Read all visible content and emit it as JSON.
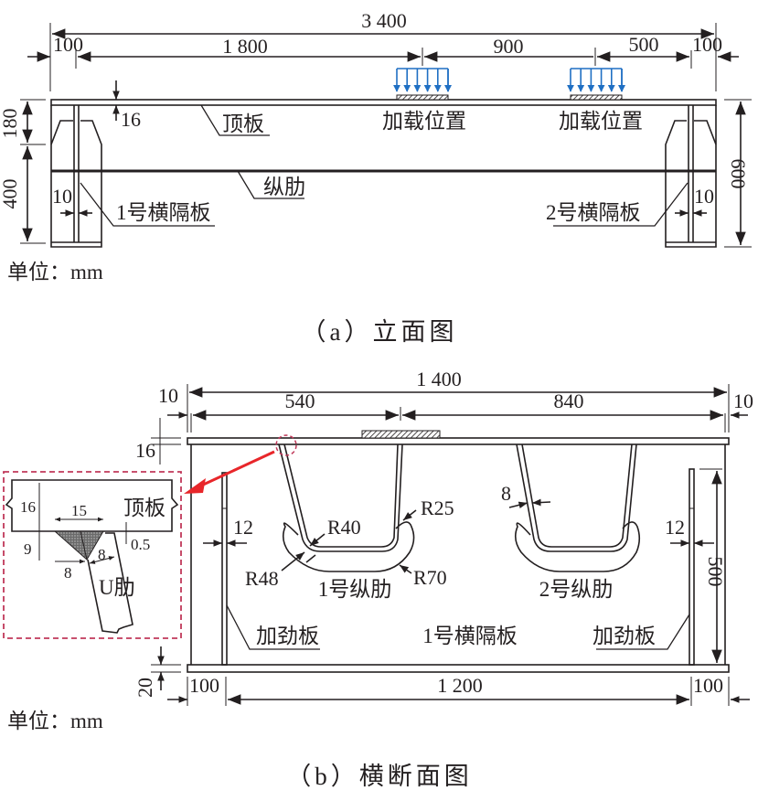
{
  "figure": {
    "elevation": {
      "caption": "（a）立面图",
      "unit_label": "单位：mm",
      "dimensions": {
        "total_length": "3 400",
        "left_overhang": "100",
        "to_first_load": "1 800",
        "between_loads": "900",
        "to_right_support": "500",
        "right_overhang": "100",
        "top_plate_thickness": "16",
        "upper_height": "180",
        "lower_height": "400",
        "total_height": "600",
        "diaphragm1_thickness": "10",
        "diaphragm2_thickness": "10"
      },
      "labels": {
        "top_plate": "顶板",
        "load_position_1": "加载位置",
        "load_position_2": "加载位置",
        "longitudinal_rib": "纵肋",
        "diaphragm_1": "1号横隔板",
        "diaphragm_2": "2号横隔板"
      }
    },
    "cross_section": {
      "caption": "（b）横断面图",
      "unit_label": "单位：mm",
      "dimensions": {
        "total_width": "1 400",
        "left_edge": "10",
        "right_edge": "10",
        "left_to_load": "540",
        "load_to_right": "840",
        "top_plate_thickness": "16",
        "rib_thickness": "8",
        "left_stiffener_thickness": "12",
        "right_stiffener_thickness": "12",
        "stiffener_height": "500",
        "bottom_plate_thickness": "20",
        "bottom_left": "100",
        "bottom_mid": "1 200",
        "bottom_right": "100"
      },
      "radii": {
        "r25": "R25",
        "r40": "R40",
        "r48": "R48",
        "r70": "R70"
      },
      "labels": {
        "rib_1": "1号纵肋",
        "rib_2": "2号纵肋",
        "diaphragm_1": "1号横隔板",
        "stiffener_left": "加劲板",
        "stiffener_right": "加劲板"
      },
      "weld_detail": {
        "top_plate": "顶板",
        "u_rib": "U肋",
        "plate_thickness": "16",
        "weld_width": "15",
        "weld_depth": "9",
        "gap": "0.5",
        "rib_thickness": "8",
        "root_offset": "8"
      }
    },
    "colors": {
      "line": "#231f20",
      "load_arrow": "#1f6fc3",
      "detail_highlight": "#c0395a",
      "pointer_arrow": "#e8262a"
    }
  }
}
